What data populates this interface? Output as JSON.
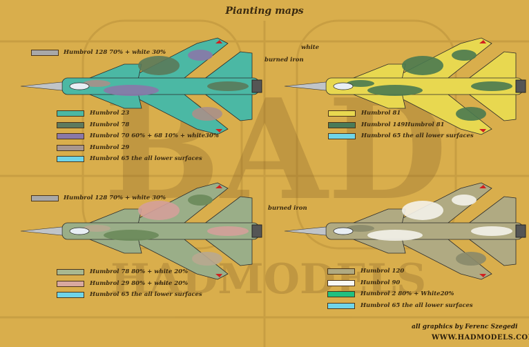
{
  "title": "Pianting maps",
  "watermark": "HADMODELS",
  "aircraft": [
    {
      "base": "#4bb8a4",
      "camo": [
        "#5a7a5a",
        "#8a78a8",
        "#a8908a"
      ],
      "lower": "#6fd4e8"
    },
    {
      "base": "#e8d850",
      "camo": [
        "#4a7a50",
        "#4a7a50",
        "#4a7a50"
      ],
      "lower": "#6fd4e8"
    },
    {
      "base": "#9aae88",
      "camo": [
        "#d4a09a",
        "#6a8a5a",
        "#b8a890"
      ],
      "lower": "#6fd4e8"
    },
    {
      "base": "#b0aa82",
      "camo": [
        "#f4f2ea",
        "#f4f2ea",
        "#8a8a6a"
      ],
      "lower": "#6fd4e8"
    }
  ],
  "callouts": {
    "tl_color": "Humbrol 128 70%  + white 30%",
    "tl_burned": "burned iron",
    "tr_white": "white",
    "bl_color": "Humbrol 128 70%  + white 30%",
    "bl_burned": "burned iron"
  },
  "legends": {
    "tl": [
      {
        "color": "#4bb8a4",
        "label": "Humbrol 23"
      },
      {
        "color": "#5e7a5e",
        "label": "Humbrol 78"
      },
      {
        "color": "#8a78a8",
        "label": "Humbrol 70 60% + 68 10%  +  white30%"
      },
      {
        "color": "#a8968e",
        "label": "Humbrol 29"
      },
      {
        "color": "#6fd4e8",
        "label": "Humbrol 65   the all lower surfaces"
      }
    ],
    "tr": [
      {
        "color": "#e8d850",
        "label": "Humbrol 81"
      },
      {
        "color": "#4a7a58",
        "label": "Humbrol 149Humbrol 81"
      },
      {
        "color": "#6fd4e8",
        "label": "Humbrol 65   the all lower surfaces"
      }
    ],
    "bl": [
      {
        "color": "#a8b890",
        "label": "Humbrol 78 80% + white 20%"
      },
      {
        "color": "#d8a8a0",
        "label": "Humbrol 29 80% + white 20%"
      },
      {
        "color": "#6fd4e8",
        "label": "Humbrol 65   the all lower surfaces"
      }
    ],
    "br": [
      {
        "color": "#b0aa82",
        "label": "Humbrol 120"
      },
      {
        "color": "#f8f8f4",
        "label": "Humbrol 90"
      },
      {
        "color": "#20c080",
        "label": "Humbrol 2 80%  +  White20%"
      },
      {
        "color": "#6fd4e8",
        "label": "Humbrol 65   the all lower surfaces"
      }
    ]
  },
  "credits": {
    "author": "all graphics by Ferenc Szegedi",
    "site": "WWW.HADMODELS.COM"
  }
}
